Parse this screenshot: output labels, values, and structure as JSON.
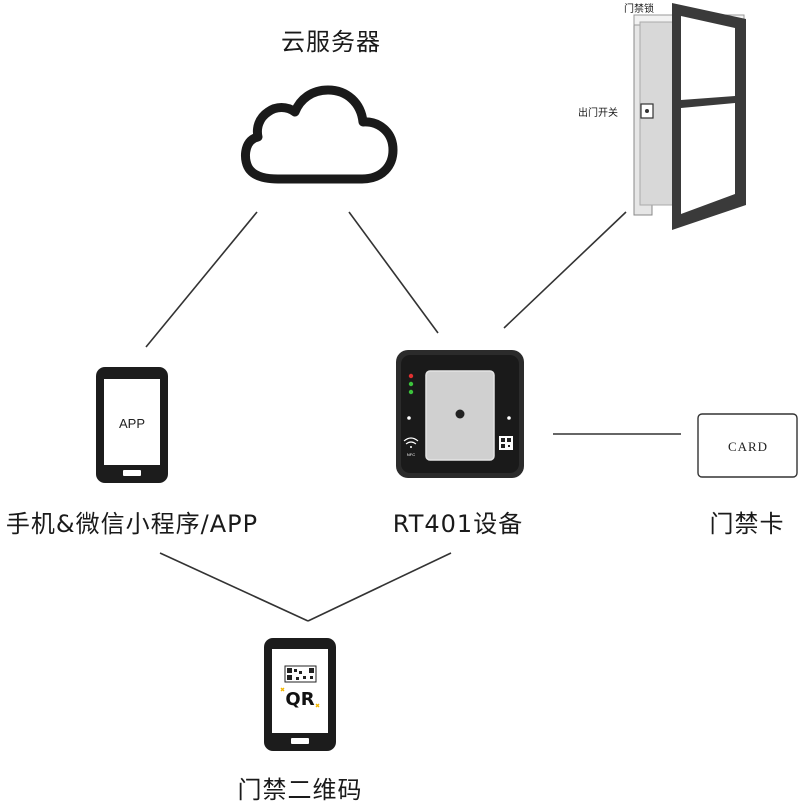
{
  "labels": {
    "cloud": "云服务器",
    "phone": "手机&微信小程序/APP",
    "device": "RT401设备",
    "card": "门禁卡",
    "qrcode": "门禁二维码",
    "door_lock": "门禁锁",
    "exit_switch": "出门开关"
  },
  "phone_screen_text": "APP",
  "card_text": "CARD",
  "qr_text": "QR",
  "device_small_text": "NFC",
  "colors": {
    "line": "#333333",
    "device_body": "#2b2b2b",
    "device_pad": "#cfcfcf",
    "door_frame": "#3a3a3a",
    "qr_accent": "#f2b600"
  },
  "icons": [
    "cloud-icon",
    "door-icon",
    "phone-icon",
    "card-reader-icon",
    "card-icon",
    "qr-phone-icon"
  ]
}
